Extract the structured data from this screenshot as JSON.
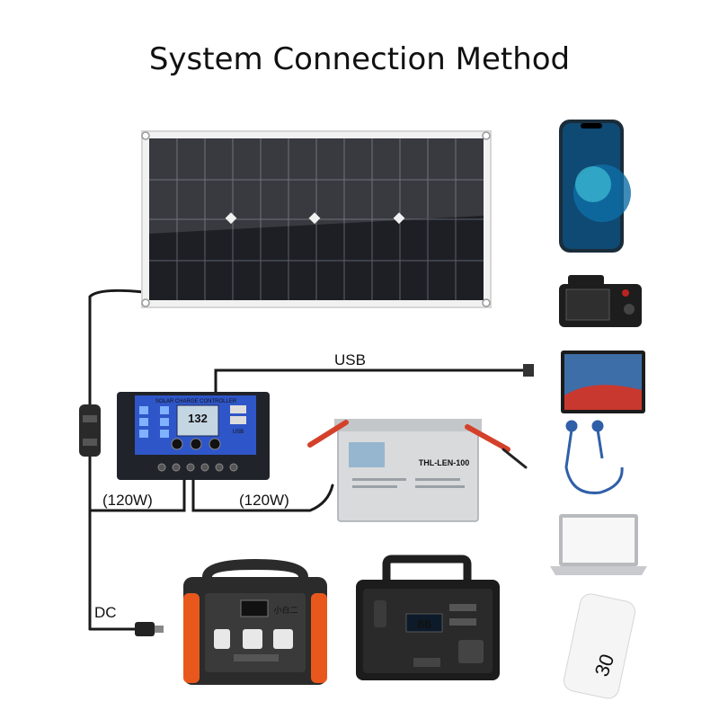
{
  "title": "System Connection Method",
  "labels": {
    "usb": "USB",
    "panel_to_controller_power": "(120W)",
    "controller_to_battery_power": "(120W)",
    "dc": "DC"
  },
  "controller": {
    "header_text": "SOLAR CHARGE CONTROLLER",
    "lcd_value": "132",
    "usb_text": "USB"
  },
  "battery": {
    "label": "THL-LEN-100"
  },
  "power_station_left": {
    "brand_text": "小白二"
  },
  "power_station_right": {
    "display_value": "88"
  },
  "power_bank": {
    "number": "30"
  },
  "devices": [
    "smartphone",
    "digital-camera",
    "tablet",
    "neckband-earphones",
    "laptop",
    "power-bank"
  ]
}
